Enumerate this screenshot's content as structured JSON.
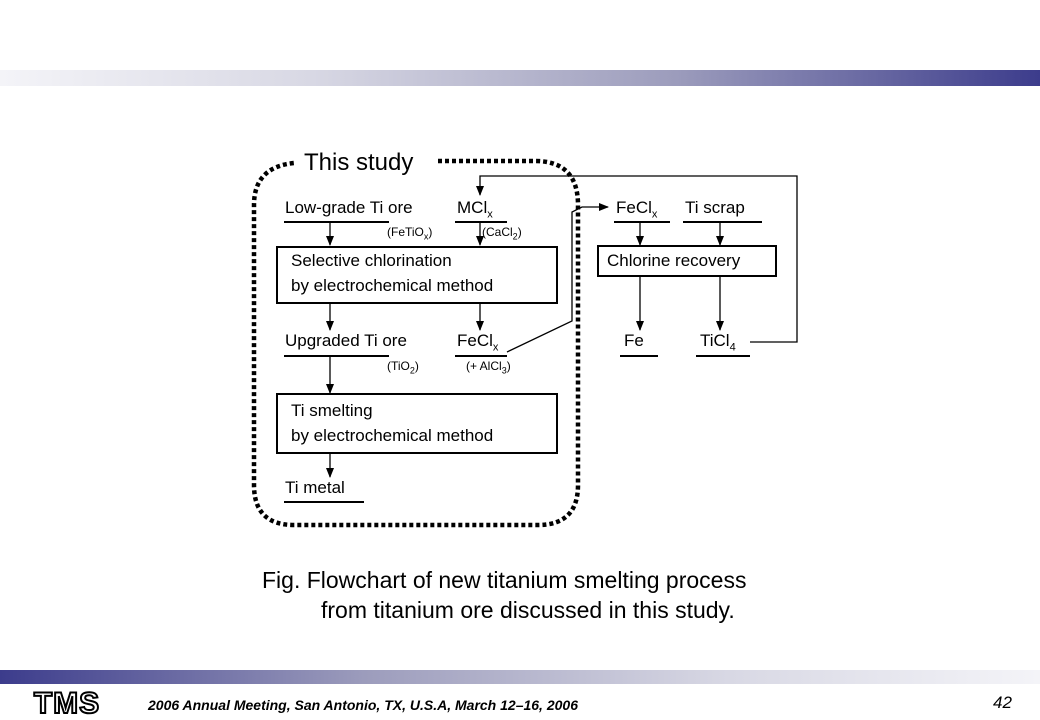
{
  "diagram": {
    "group_title": "This study",
    "nodes": {
      "low_grade_ore": "Low-grade Ti ore",
      "low_grade_ore_note": "(FeTiO",
      "low_grade_ore_note_sub": "x",
      "mclx": "MCl",
      "mclx_sub": "x",
      "mclx_note": "(CaCl",
      "mclx_note_sub": "2",
      "selective_line1": "Selective chlorination",
      "selective_line2": "by electrochemical method",
      "upgraded_ore": "Upgraded Ti ore",
      "upgraded_ore_note": "(TiO",
      "upgraded_ore_note_sub": "2",
      "fecl_out": "FeCl",
      "fecl_out_sub": "x",
      "fecl_out_note": "(+ AlCl",
      "fecl_out_note_sub": "3",
      "smelting_line1": "Ti smelting",
      "smelting_line2": "by electrochemical method",
      "ti_metal": "Ti metal",
      "fecl_in": "FeCl",
      "fecl_in_sub": "x",
      "ti_scrap": "Ti scrap",
      "chlorine_recovery": "Chlorine recovery",
      "fe": "Fe",
      "ticl": "TiCl",
      "ticl_sub": "4"
    }
  },
  "caption": {
    "line1": "Fig.  Flowchart of new titanium smelting process",
    "line2": "from titanium ore discussed in this study."
  },
  "footer": {
    "logo_text": "TMS",
    "conference": "2006 Annual Meeting, San Antonio, TX, U.S.A, March 12–16, 2006",
    "page_number": "42"
  }
}
